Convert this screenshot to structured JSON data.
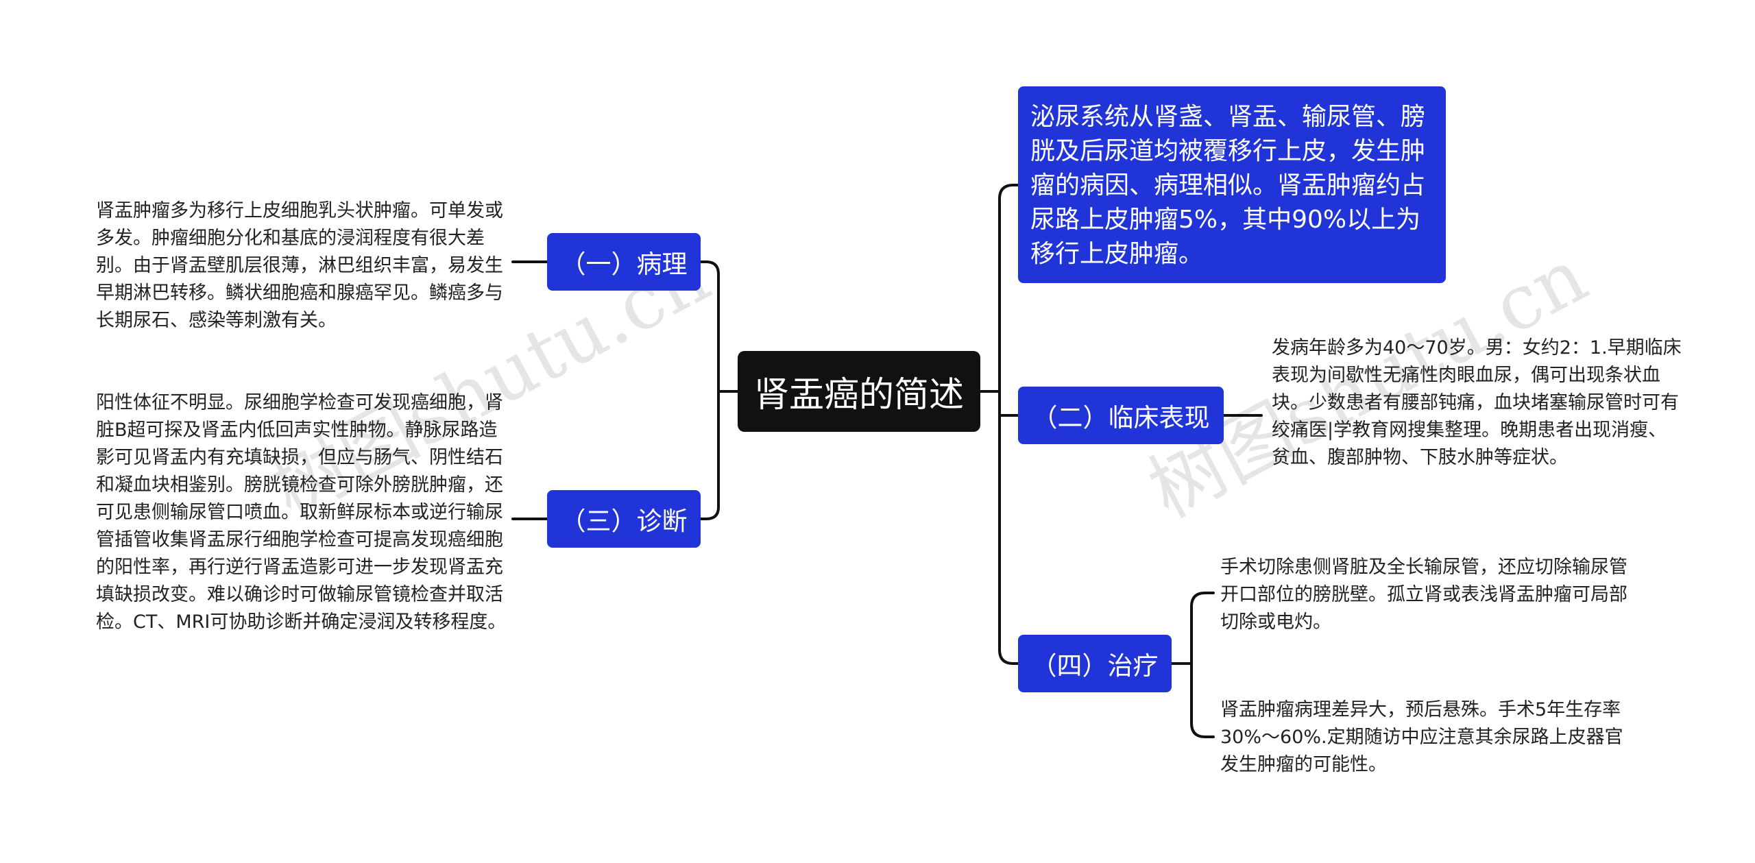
{
  "root": {
    "label": "肾盂癌的简述"
  },
  "branches": {
    "pathology": {
      "label": "（一）病理",
      "text": "肾盂肿瘤多为移行上皮细胞乳头状肿瘤。可单发或多发。肿瘤细胞分化和基底的浸润程度有很大差别。由于肾盂壁肌层很薄，淋巴组织丰富，易发生早期淋巴转移。鳞状细胞癌和腺癌罕见。鳞癌多与长期尿石、感染等刺激有关。"
    },
    "diagnosis": {
      "label": "（三）诊断",
      "text": "阳性体征不明显。尿细胞学检查可发现癌细胞，肾脏B超可探及肾盂内低回声实性肿物。静脉尿路造影可见肾盂内有充填缺损，但应与肠气、阴性结石和凝血块相鉴别。膀胱镜检查可除外膀胱肿瘤，还可见患侧输尿管口喷血。取新鲜尿标本或逆行输尿管插管收集肾盂尿行细胞学检查可提高发现癌细胞的阳性率，再行逆行肾盂造影可进一步发现肾盂充填缺损改变。难以确诊时可做输尿管镜检查并取活检。CT、MRI可协助诊断并确定浸润及转移程度。"
    },
    "intro": {
      "text": "泌尿系统从肾盏、肾盂、输尿管、膀胱及后尿道均被覆移行上皮，发生肿瘤的病因、病理相似。肾盂肿瘤约占尿路上皮肿瘤5%，其中90%以上为移行上皮肿瘤。"
    },
    "clinical": {
      "label": "（二）临床表现",
      "text": "发病年龄多为40～70岁。男：女约2：1.早期临床表现为间歇性无痛性肉眼血尿，偶可出现条状血块。少数患者有腰部钝痛，血块堵塞输尿管时可有绞痛医|学教育网搜集整理。晚期患者出现消瘦、贫血、腹部肿物、下肢水肿等症状。"
    },
    "treatment": {
      "label": "（四）治疗",
      "text_a": "手术切除患侧肾脏及全长输尿管，还应切除输尿管开口部位的膀胱壁。孤立肾或表浅肾盂肿瘤可局部切除或电灼。",
      "text_b": "肾盂肿瘤病理差异大，预后悬殊。手术5年生存率30%～60%.定期随访中应注意其余尿路上皮器官发生肿瘤的可能性。"
    }
  },
  "watermark": "树图shutu.cn",
  "colors": {
    "branch": "#2034d8",
    "root": "#111111",
    "line": "#111111"
  }
}
